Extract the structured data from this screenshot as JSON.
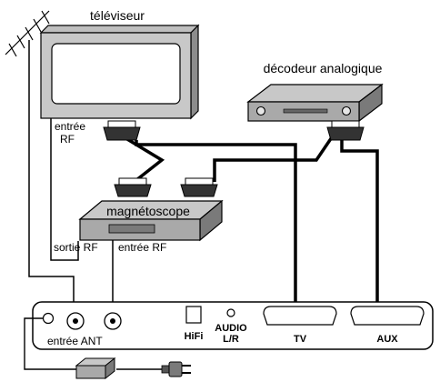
{
  "labels": {
    "tv": "téléviseur",
    "decoder": "décodeur analogique",
    "vcr": "magnétoscope",
    "tv_rf_in_line1": "entrée",
    "tv_rf_in_line2": "RF",
    "vcr_rf_out": "sortie RF",
    "vcr_rf_in": "entrée RF",
    "ant_in": "entrée ANT",
    "hifi": "HiFi",
    "audio_line1": "AUDIO",
    "audio_line2": "L/R",
    "scart_tv": "TV",
    "scart_aux": "AUX"
  }
}
